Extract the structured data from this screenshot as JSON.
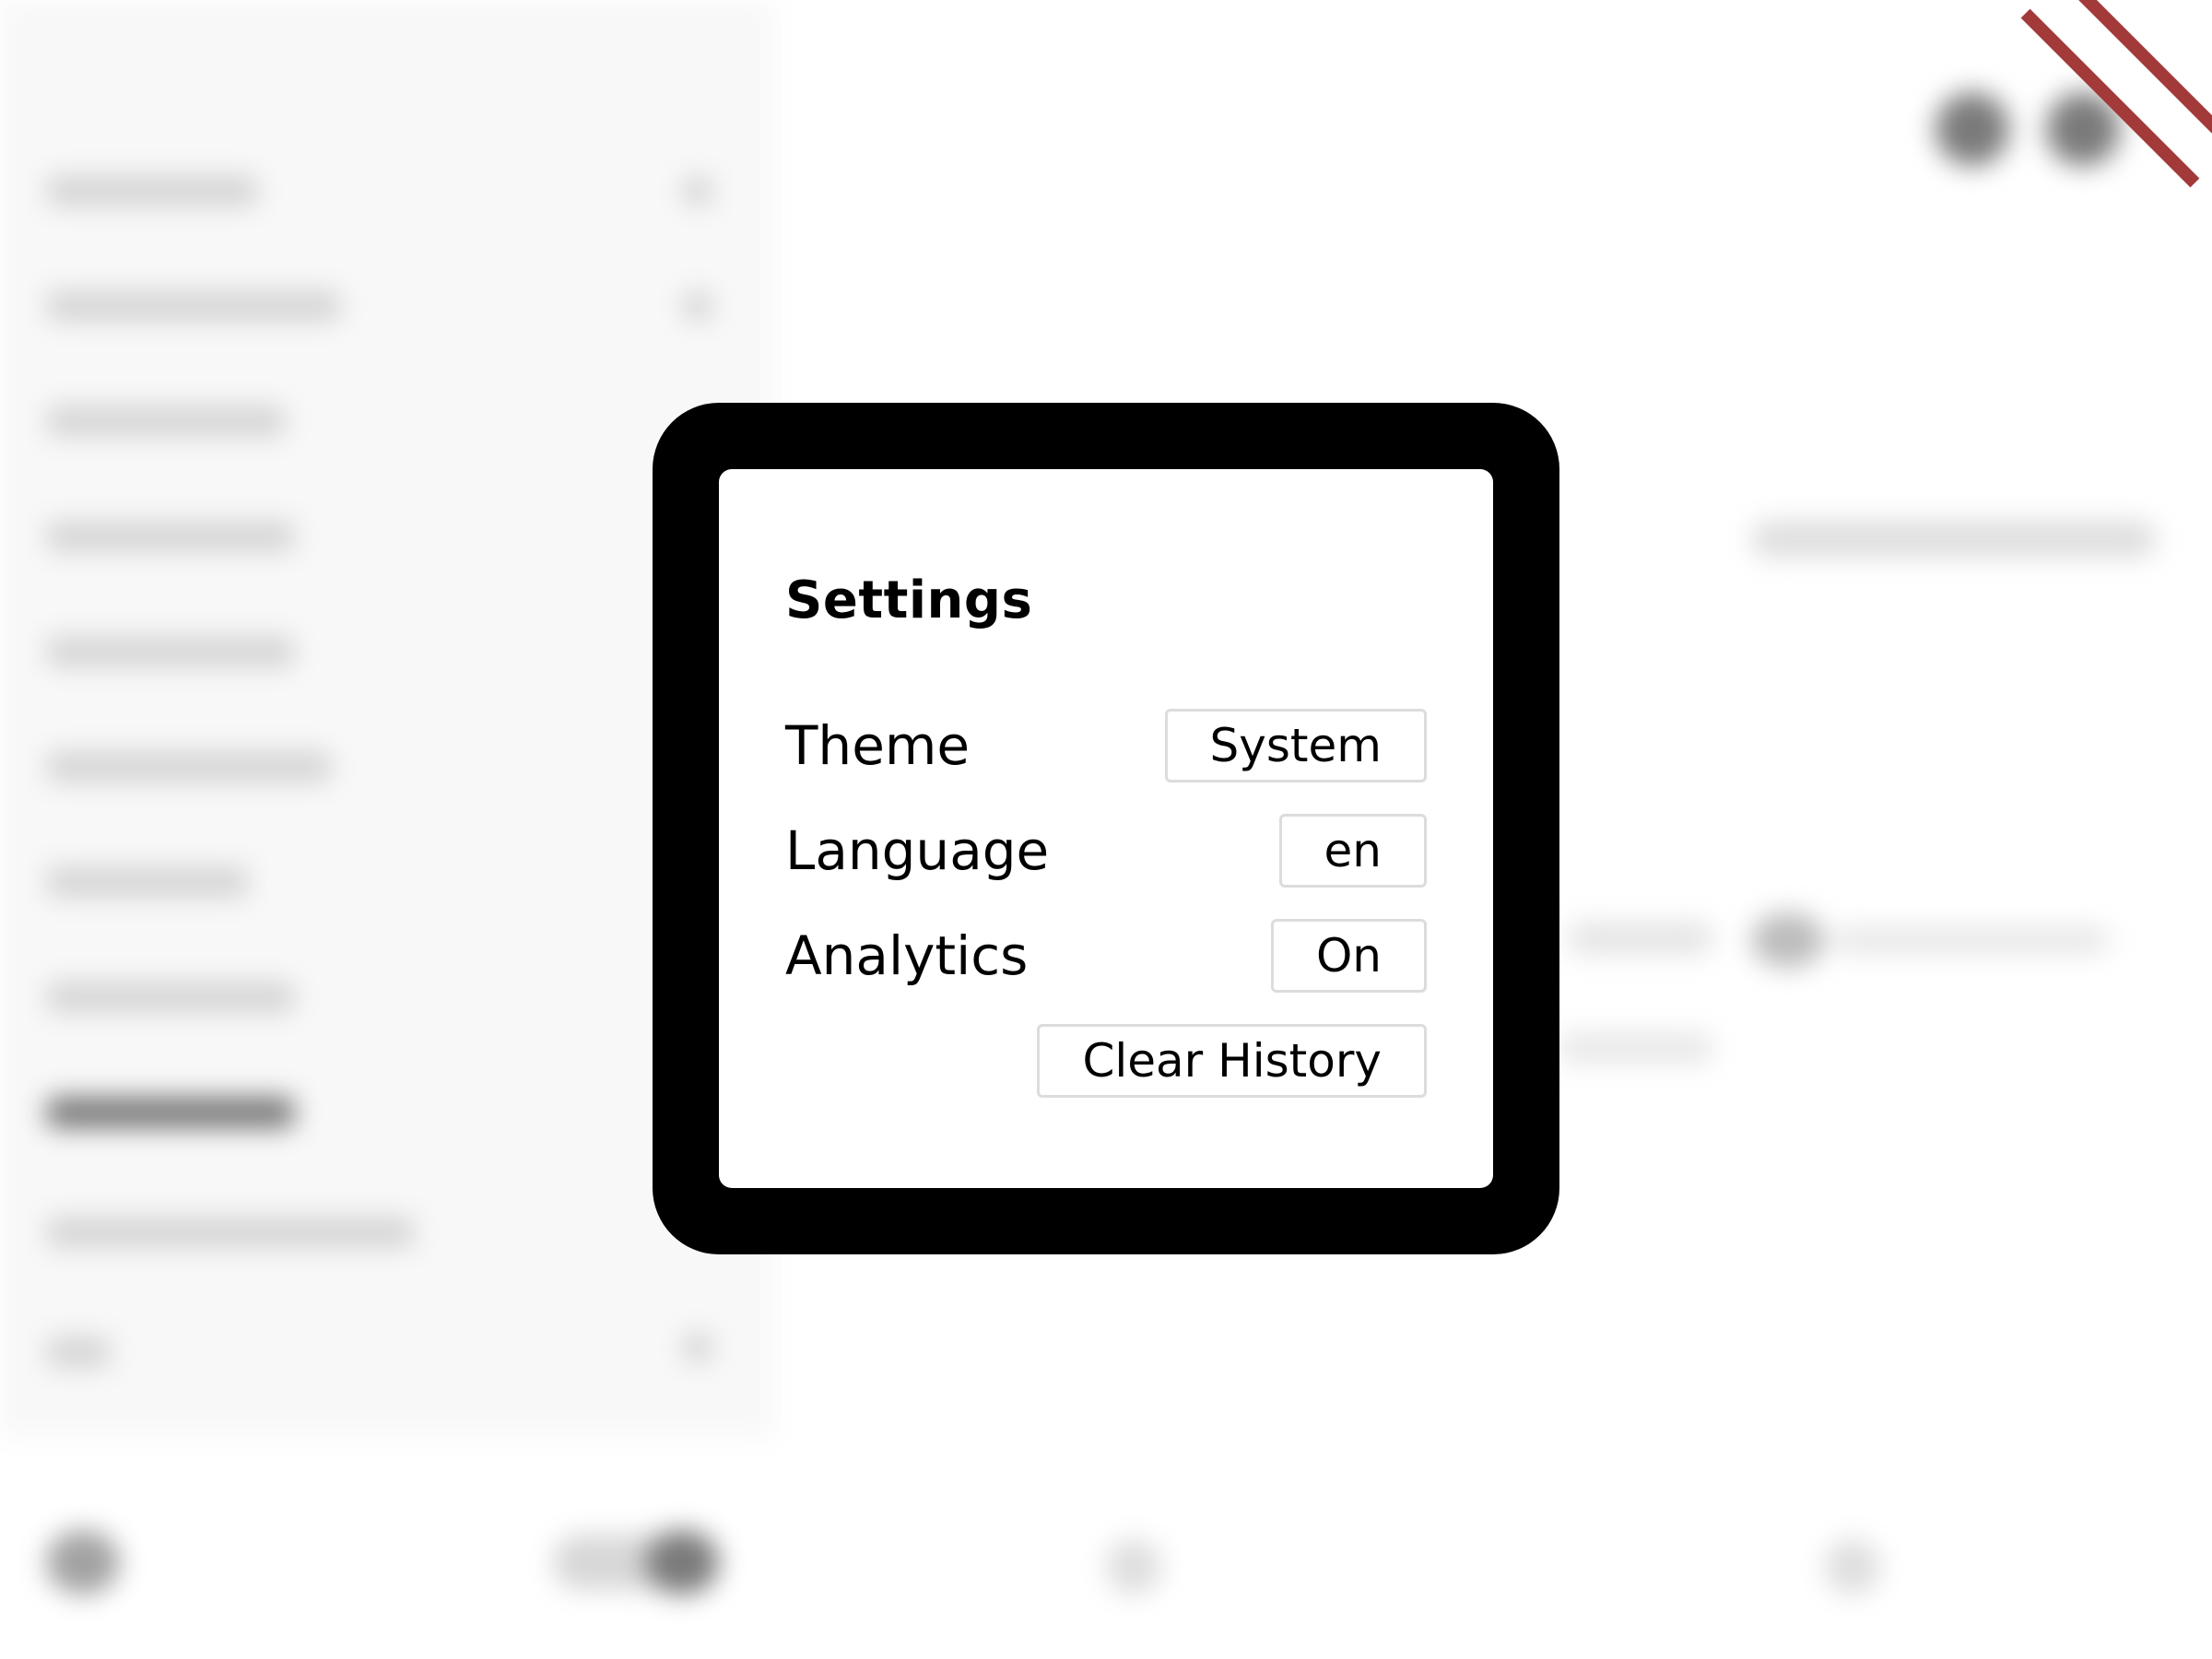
{
  "dialog": {
    "title": "Settings",
    "rows": [
      {
        "label": "Theme",
        "value": "System"
      },
      {
        "label": "Language",
        "value": "en"
      },
      {
        "label": "Analytics",
        "value": "On"
      }
    ],
    "clear_history_label": "Clear History"
  },
  "colors": {
    "dialog_frame": "#000000",
    "ribbon": "#a23a3a",
    "button_border": "#dcdcdc"
  }
}
